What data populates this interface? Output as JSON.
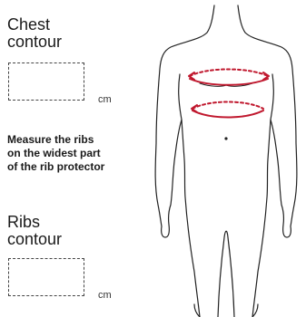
{
  "chest": {
    "label_line1": "Chest",
    "label_line2": "contour",
    "value": "",
    "unit": "cm"
  },
  "instruction": {
    "line1": "Measure the ribs",
    "line2": "on the widest part",
    "line3": "of the rib protector"
  },
  "ribs": {
    "label_line1": "Ribs",
    "label_line2": "contour",
    "value": "",
    "unit": "cm"
  },
  "colors": {
    "measure_line": "#c0182e",
    "outline": "#222222",
    "box_border": "#444444"
  }
}
